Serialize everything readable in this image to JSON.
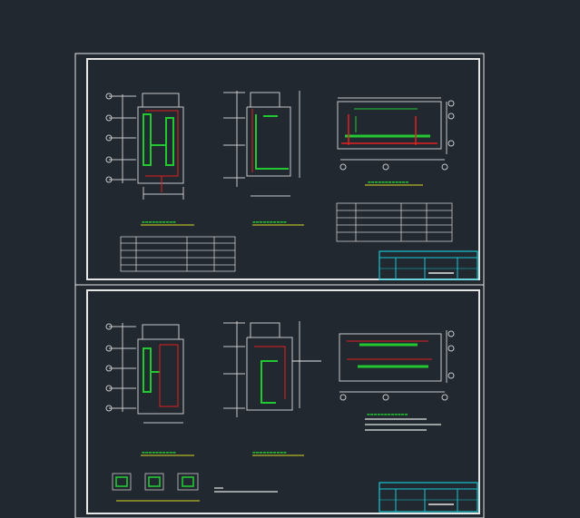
{
  "app": {
    "view": "CAD model space",
    "background": "#212830",
    "colors": {
      "frame": "#e6e6e6",
      "wall": "#c8c8c8",
      "green": "#22c832",
      "red": "#e02020",
      "cyan": "#19c6d0",
      "yellow": "#d8d820"
    }
  },
  "sheets": [
    {
      "drawings": [
        {
          "caption": "",
          "type": "plan-tall"
        },
        {
          "caption": "",
          "type": "plan-l"
        },
        {
          "caption": "",
          "type": "plan-wide"
        }
      ],
      "tables": 2,
      "title_block": true
    },
    {
      "drawings": [
        {
          "caption": "",
          "type": "plan-tall"
        },
        {
          "caption": "",
          "type": "plan-l"
        },
        {
          "caption": "",
          "type": "plan-wide"
        }
      ],
      "details": 3,
      "title_block": true
    }
  ]
}
